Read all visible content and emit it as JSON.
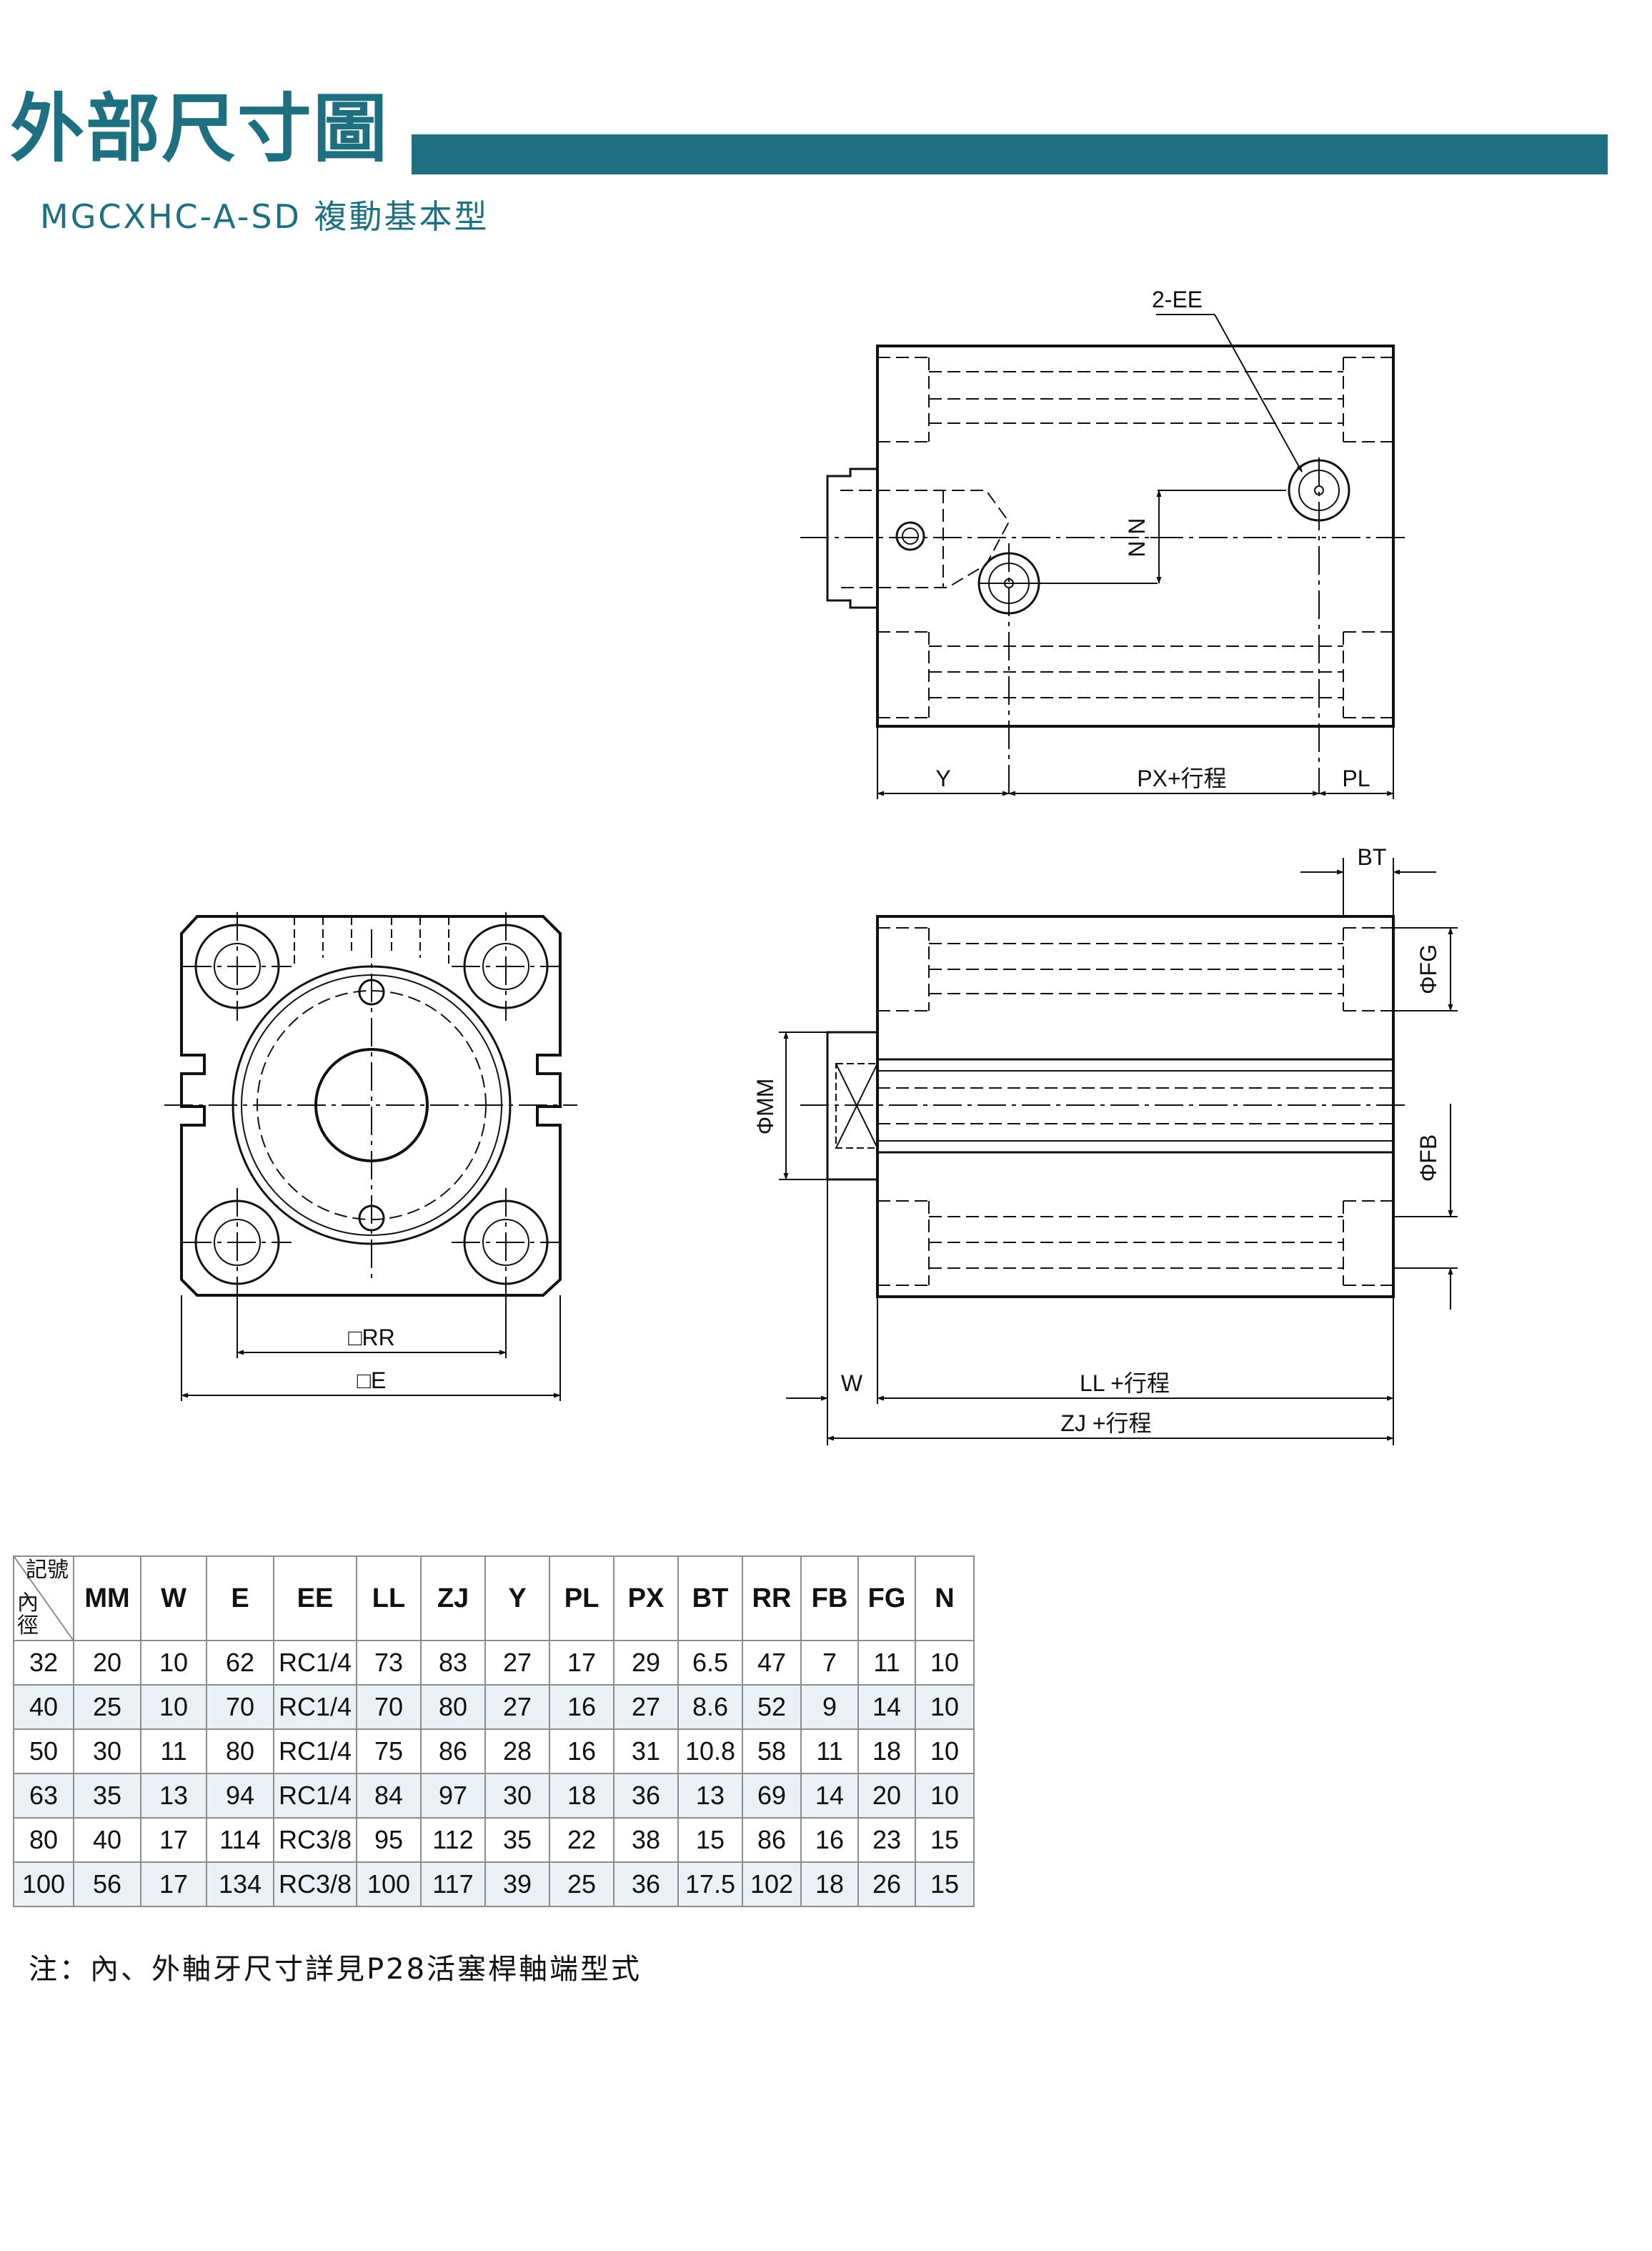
{
  "header": {
    "title": "外部尺寸圖",
    "subtitle": "MGCXHC-A-SD 複動基本型"
  },
  "drawing": {
    "labels": {
      "ee": "2-EE",
      "nn": "N N",
      "y": "Y",
      "px": "PX+行程",
      "pl": "PL",
      "bt": "BT",
      "fg": "ΦFG",
      "fb": "ΦFB",
      "mm": "ΦMM",
      "rr": "□RR",
      "e": "□E",
      "w": "W",
      "ll": "LL +行程",
      "zj": "ZJ +行程"
    }
  },
  "table": {
    "corner_code": "記號",
    "corner_bore": "內\n徑",
    "columns": [
      "MM",
      "W",
      "E",
      "EE",
      "LL",
      "ZJ",
      "Y",
      "PL",
      "PX",
      "BT",
      "RR",
      "FB",
      "FG",
      "N"
    ],
    "rows": [
      [
        "32",
        "20",
        "10",
        "62",
        "RC1/4",
        "73",
        "83",
        "27",
        "17",
        "29",
        "6.5",
        "47",
        "7",
        "11",
        "10"
      ],
      [
        "40",
        "25",
        "10",
        "70",
        "RC1/4",
        "70",
        "80",
        "27",
        "16",
        "27",
        "8.6",
        "52",
        "9",
        "14",
        "10"
      ],
      [
        "50",
        "30",
        "11",
        "80",
        "RC1/4",
        "75",
        "86",
        "28",
        "16",
        "31",
        "10.8",
        "58",
        "11",
        "18",
        "10"
      ],
      [
        "63",
        "35",
        "13",
        "94",
        "RC1/4",
        "84",
        "97",
        "30",
        "18",
        "36",
        "13",
        "69",
        "14",
        "20",
        "10"
      ],
      [
        "80",
        "40",
        "17",
        "114",
        "RC3/8",
        "95",
        "112",
        "35",
        "22",
        "38",
        "15",
        "86",
        "16",
        "23",
        "15"
      ],
      [
        "100",
        "56",
        "17",
        "134",
        "RC3/8",
        "100",
        "117",
        "39",
        "25",
        "36",
        "17.5",
        "102",
        "18",
        "26",
        "15"
      ]
    ]
  },
  "note": "注：內、外軸牙尺寸詳見P28活塞桿軸端型式"
}
